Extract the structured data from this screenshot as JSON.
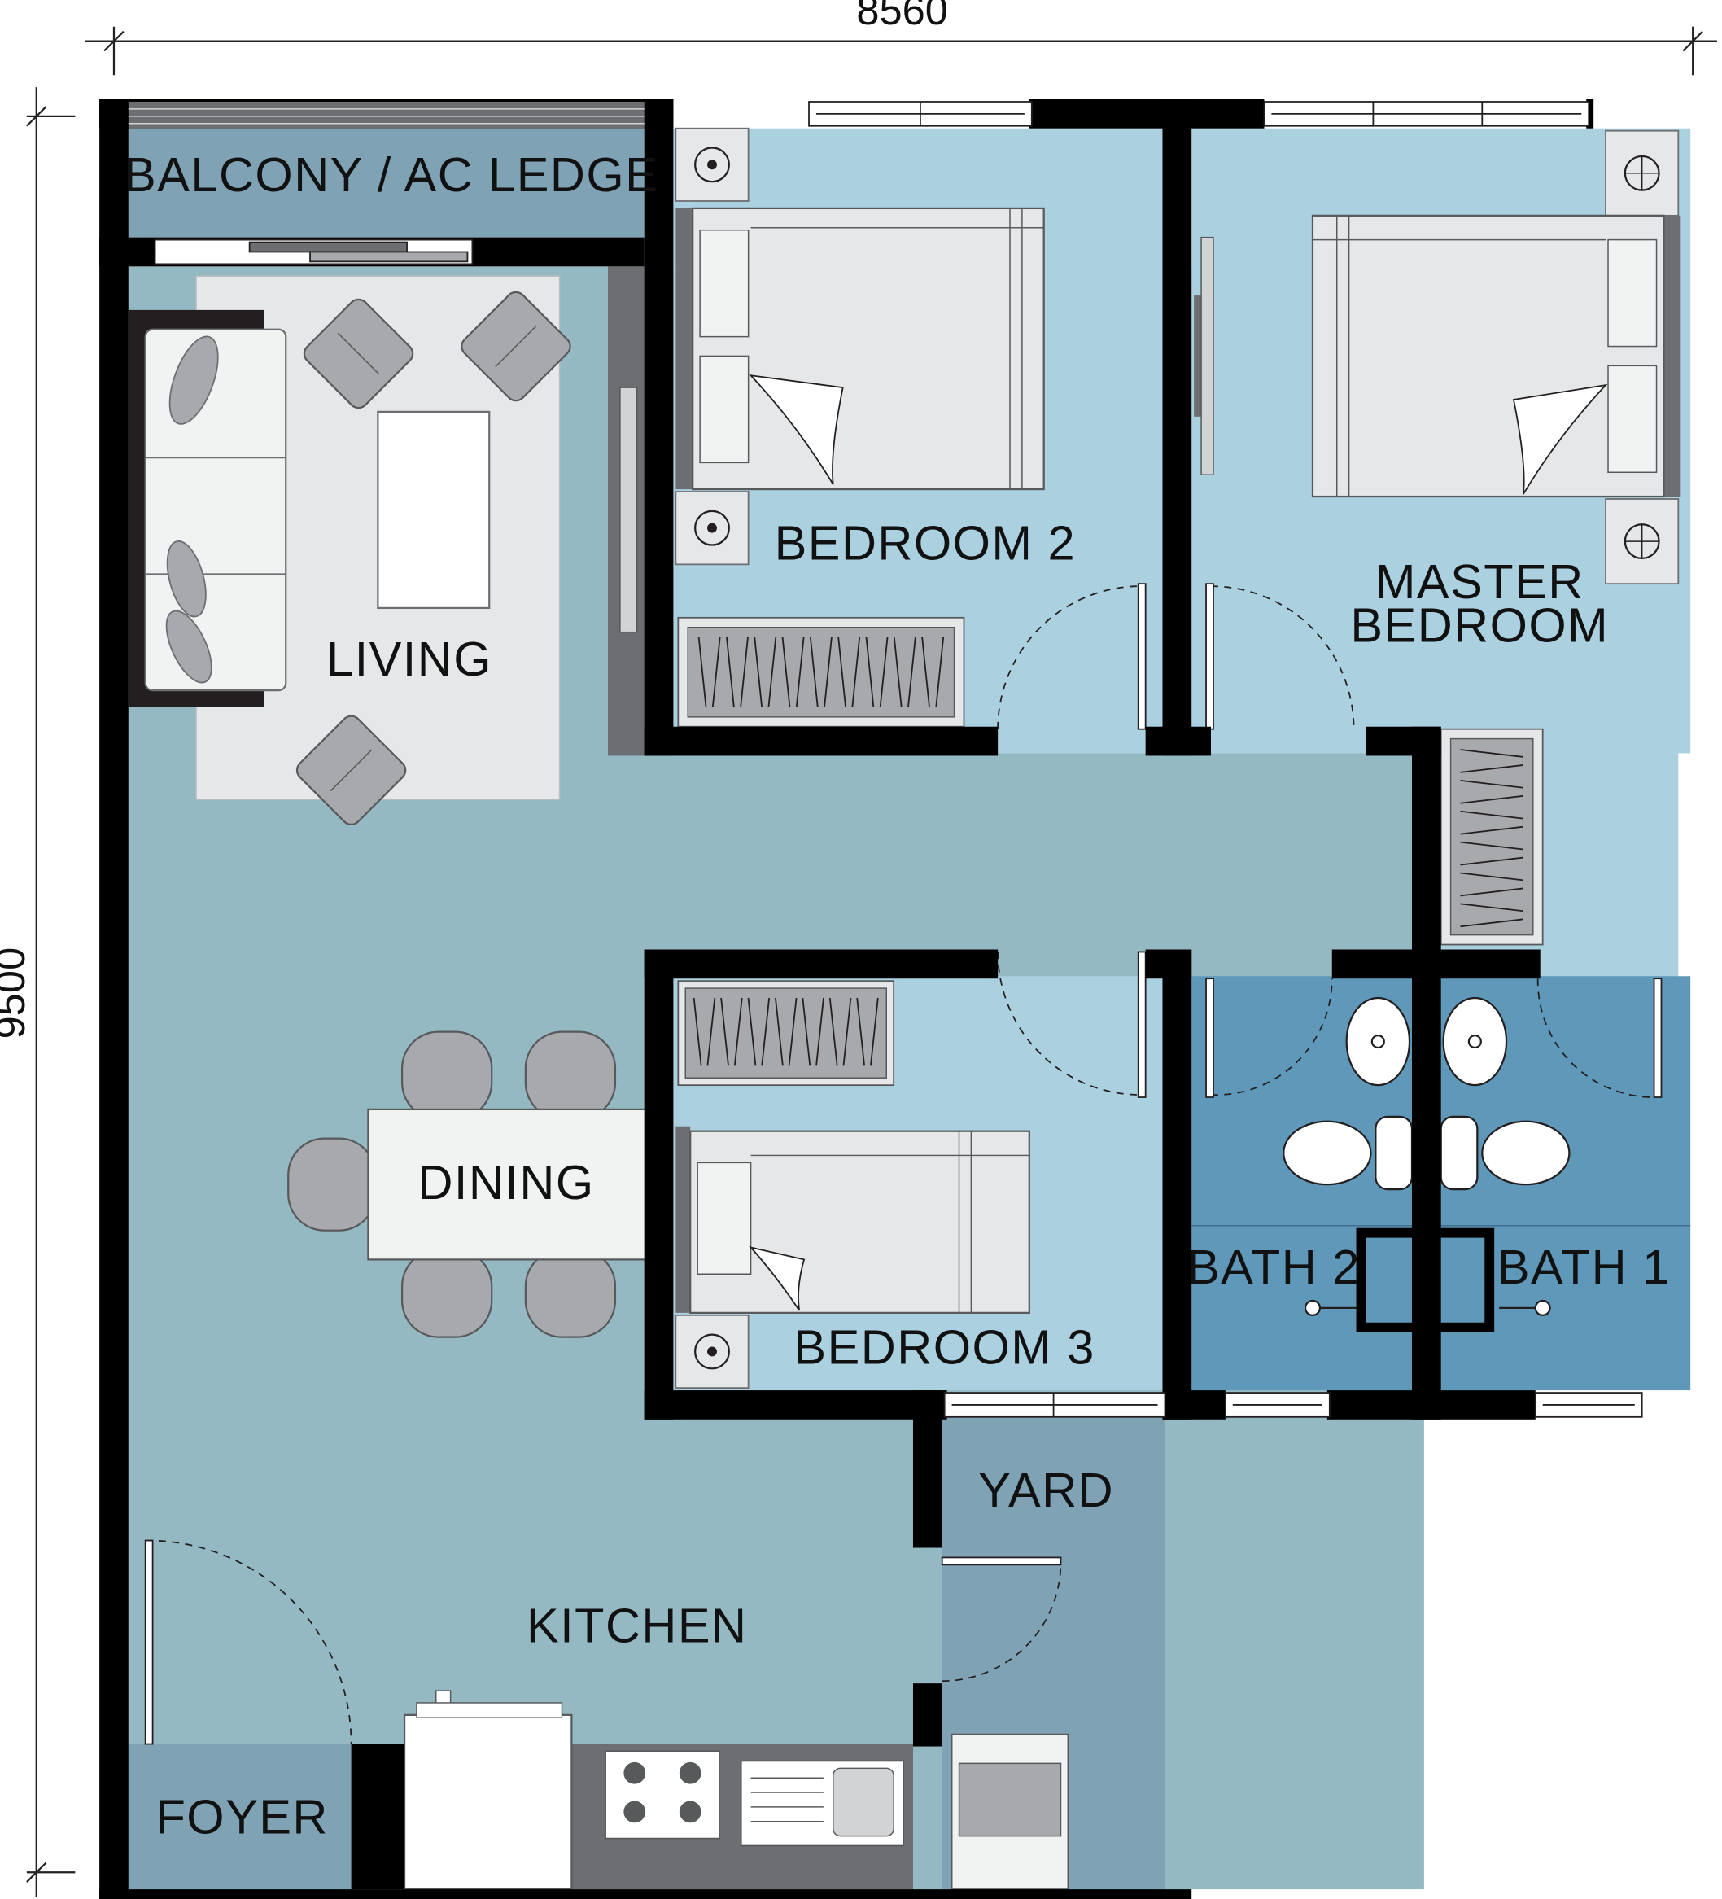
{
  "dimensions": {
    "width": "8560",
    "height": "9500"
  },
  "rooms": {
    "balcony": "BALCONY / AC LEDGE",
    "living": "LIVING",
    "bedroom2": "BEDROOM 2",
    "master_line1": "MASTER",
    "master_line2": "BEDROOM",
    "dining": "DINING",
    "bedroom3": "BEDROOM 3",
    "bath2": "BATH 2",
    "bath1": "BATH 1",
    "yard": "YARD",
    "kitchen": "KITCHEN",
    "foyer": "FOYER"
  },
  "colors": {
    "wall": "#000000",
    "living_floor": "#94b9c3",
    "bedroom_floor": "#abd0e0",
    "bath_floor": "#5f98b9",
    "balcony_floor": "#7fa3b4",
    "rug": "#e6e7e9",
    "furniture": "#a7a9ac"
  }
}
